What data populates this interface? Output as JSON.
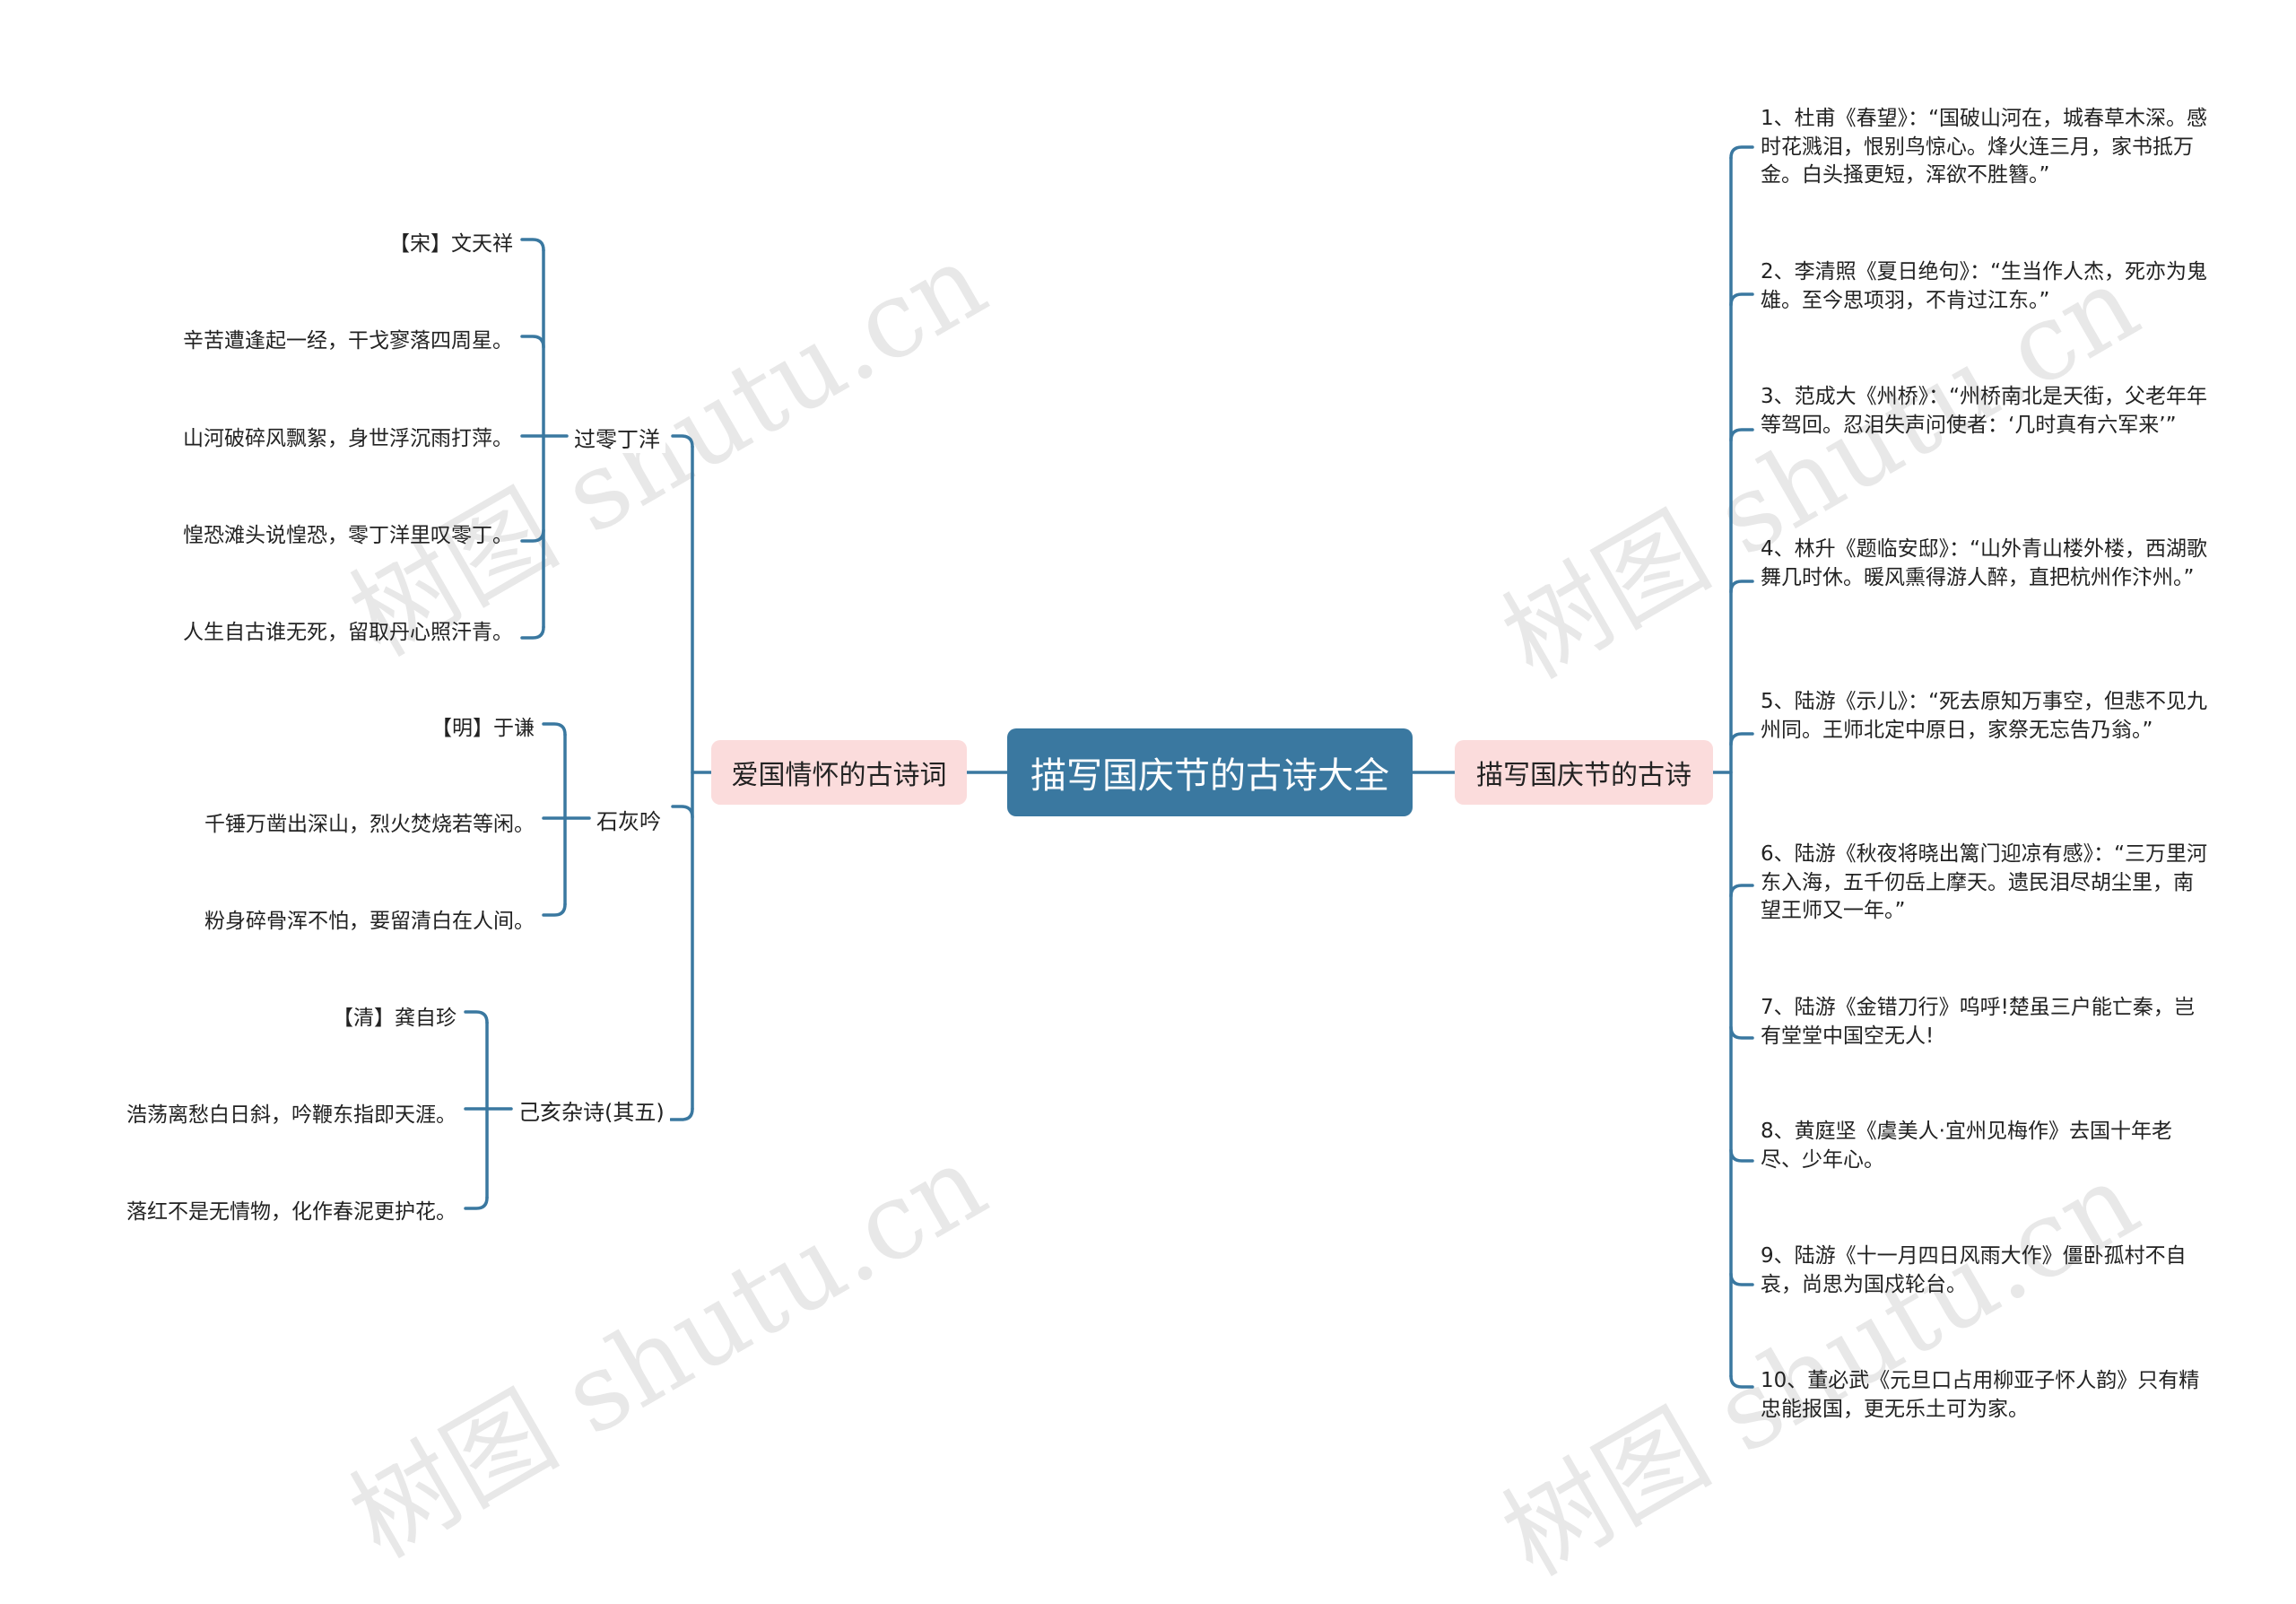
{
  "root": {
    "title": "描写国庆节的古诗大全"
  },
  "left_branch": {
    "label": "爱国情怀的古诗词",
    "poems": [
      {
        "title": "过零丁洋",
        "lines": [
          "【宋】文天祥",
          "辛苦遭逢起一经，干戈寥落四周星。",
          "山河破碎风飘絮，身世浮沉雨打萍。",
          "惶恐滩头说惶恐，零丁洋里叹零丁。",
          "人生自古谁无死，留取丹心照汗青。"
        ]
      },
      {
        "title": "石灰吟",
        "lines": [
          "【明】于谦",
          "千锤万凿出深山，烈火焚烧若等闲。",
          "粉身碎骨浑不怕，要留清白在人间。"
        ]
      },
      {
        "title": "己亥杂诗(其五)",
        "lines": [
          "【清】龚自珍",
          "浩荡离愁白日斜，吟鞭东指即天涯。",
          "落红不是无情物，化作春泥更护花。"
        ]
      }
    ]
  },
  "right_branch": {
    "label": "描写国庆节的古诗",
    "items": [
      "1、杜甫《春望》：“国破山河在，城春草木深。感时花溅泪，恨别鸟惊心。烽火连三月，家书抵万金。白头搔更短，浑欲不胜簪。”",
      "2、李清照《夏日绝句》：“生当作人杰，死亦为鬼雄。至今思项羽，不肯过江东。”",
      "3、范成大《州桥》：“州桥南北是天街，父老年年等驾回。忍泪失声问使者：‘几时真有六军来’”",
      "4、林升《题临安邸》：“山外青山楼外楼，西湖歌舞几时休。暖风熏得游人醉，直把杭州作汴州。”",
      "5、陆游《示儿》：“死去原知万事空，但悲不见九州同。王师北定中原日，家祭无忘告乃翁。”",
      "6、陆游《秋夜将晓出篱门迎凉有感》：“三万里河东入海，五千仞岳上摩天。遗民泪尽胡尘里，南望王师又一年。”",
      "7、陆游《金错刀行》呜呼!楚虽三户能亡秦，岂有堂堂中国空无人!",
      "8、黄庭坚《虞美人·宜州见梅作》去国十年老尽、少年心。",
      "9、陆游《十一月四日风雨大作》僵卧孤村不自哀，尚思为国戍轮台。",
      "10、董必武《元旦口占用柳亚子怀人韵》只有精忠能报国，更无乐土可为家。"
    ]
  },
  "watermark": {
    "text": "树图 shutu.cn"
  },
  "colors": {
    "root_bg": "#3a78a0",
    "branch_bg": "#fbdcdc",
    "line": "#3a78a0"
  }
}
